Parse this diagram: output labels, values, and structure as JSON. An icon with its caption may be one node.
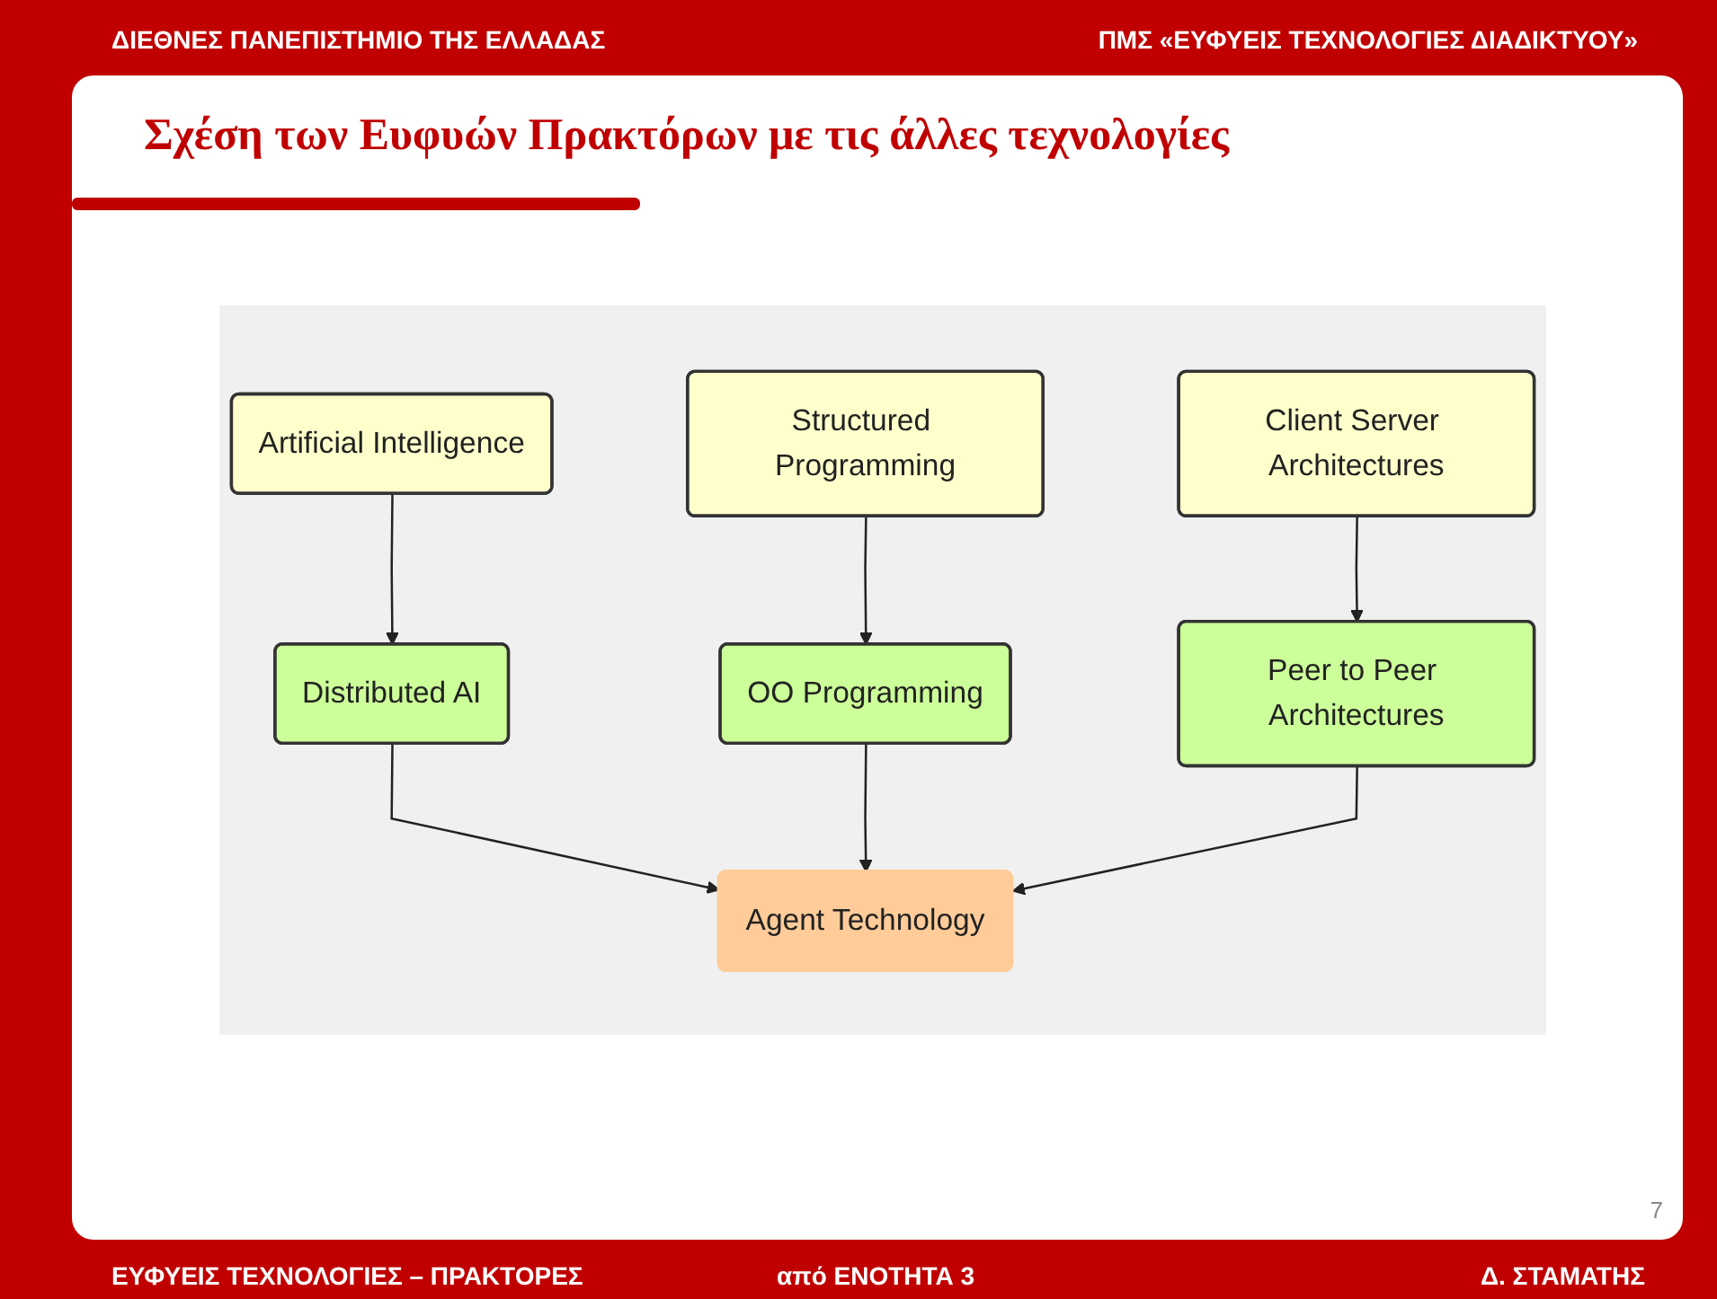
{
  "diagram": {
    "title": "Σχέση των Ευφυών Πρακτόρων με τις άλλες τεχνολογίες",
    "nodes": [
      {
        "text": [
          "Artificial Intelligence"
        ]
      },
      {
        "text": [
          "Structured Programming"
        ]
      },
      {
        "text": [
          "Client Server Architectures"
        ]
      },
      {
        "text": [
          "Distributed AI"
        ]
      },
      {
        "text": [
          "OO Programming"
        ]
      },
      {
        "text": [
          "Peer to Peer Architectures"
        ]
      },
      {
        "text": [
          "Agent Technology"
        ]
      }
    ],
    "edges": [
      {
        "from": 0,
        "to": 3,
        "arrow": "to"
      },
      {
        "from": 1,
        "to": 4,
        "arrow": "to"
      },
      {
        "from": 2,
        "to": 5,
        "arrow": "to"
      },
      {
        "from": 3,
        "to": 6,
        "arrow": "to"
      },
      {
        "from": 4,
        "to": 6,
        "arrow": "to"
      },
      {
        "from": 5,
        "to": 6,
        "arrow": "to"
      }
    ],
    "labels": [
      "ΔΙΕΘΝΕΣ ΠΑΝΕΠΙΣΤΗΜΙΟ ΤΗΣ ΕΛΛΑΔΑΣ",
      "ΠΜΣ «ΕΥΦΥΕΙΣ ΤΕΧΝΟΛΟΓΙΕΣ ΔΙΑΔΙΚΤΥΟΥ»",
      "7",
      "ΕΥΦΥΕΙΣ ΤΕΧΝΟΛΟΓΙΕΣ – ΠΡΑΚΤΟΡΕΣ",
      "από ΕΝΟΤΗΤΑ 3",
      "Δ. ΣΤΑΜΑΤΗΣ"
    ]
  }
}
